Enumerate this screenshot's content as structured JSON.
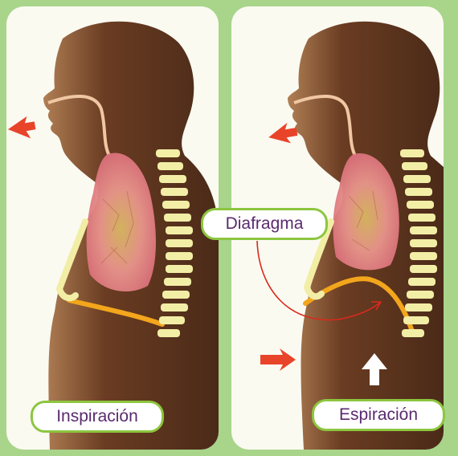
{
  "labels": {
    "left_panel": "Inspiración",
    "right_panel": "Espiración",
    "callout": "Diafragma"
  },
  "colors": {
    "page_background": "#a8d58a",
    "panel_background": "#fbfaf1",
    "body_fill": "#5a3320",
    "lung_fill": "#e98f8c",
    "diaphragm": "#f0a21a",
    "arrow_red": "#e8442a",
    "arrow_white": "#ffffff",
    "spine": "#f2eea6",
    "label_border": "#8cc63f",
    "label_text": "#5a2a6e"
  },
  "icons": {
    "left_airflow": "arrow-right-icon",
    "right_airflow": "arrow-left-icon",
    "abdomen_push": "arrow-right-icon",
    "diaphragm_rise": "arrow-up-icon"
  }
}
